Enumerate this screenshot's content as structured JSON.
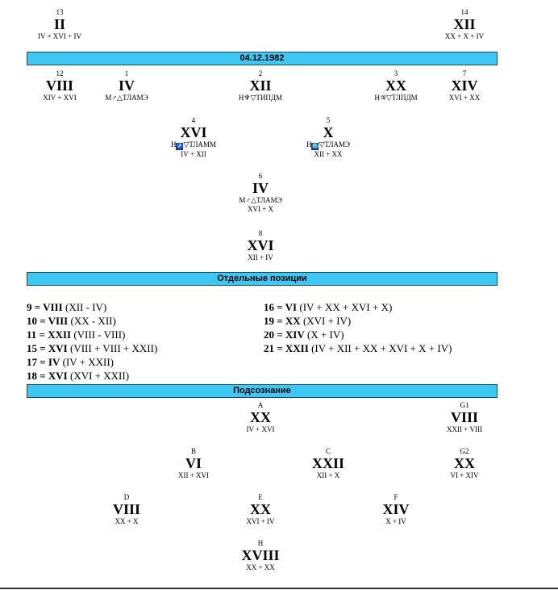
{
  "date_bar": "04.12.1982",
  "section_positions": "Отдельные позиции",
  "section_subconscious": "Подсознание",
  "top_nodes": [
    {
      "num": "13",
      "rom": "II",
      "form": "IV + XVI + IV"
    },
    {
      "num": "14",
      "rom": "XII",
      "form": "XX + X + IV"
    }
  ],
  "main_nodes": [
    {
      "num": "12",
      "rom": "VIII",
      "form": "XIV + XVI"
    },
    {
      "num": "1",
      "rom": "IV",
      "symbols": "М♂△ТЛАМЭ"
    },
    {
      "num": "2",
      "rom": "XII",
      "symbols": "Н♆▽ТИПДМ"
    },
    {
      "num": "3",
      "rom": "XX",
      "symbols": "Н♃▽ТЛПДМ"
    },
    {
      "num": "7",
      "rom": "XIV",
      "form": "XVI + XX"
    },
    {
      "num": "4",
      "rom": "XVI",
      "symbols_pre": "Н",
      "box": "♐",
      "symbols": "▽ТЛАММ",
      "form": "IV + XII"
    },
    {
      "num": "5",
      "rom": "X",
      "symbols_pre": "Н",
      "box": "♏",
      "symbols": "▽ТЛАМЭ",
      "form": "XII + XX"
    },
    {
      "num": "6",
      "rom": "IV",
      "symbols": "М♂△ТЛАМЭ",
      "form": "XVI + X"
    },
    {
      "num": "8",
      "rom": "XVI",
      "form": "XII + IV"
    }
  ],
  "positions_left": [
    {
      "key": "9 = VIII",
      "rest": " (XII - IV)"
    },
    {
      "key": "10 = VIII",
      "rest": " (XX - XII)"
    },
    {
      "key": "11 = XXII",
      "rest": " (VIII - VIII)"
    },
    {
      "key": "15 = XVI",
      "rest": " (VIII + VIII + XXII)"
    },
    {
      "key": "17 = IV",
      "rest": " (IV + XXII)"
    },
    {
      "key": "18 = XVI",
      "rest": " (XVI + XXII)"
    }
  ],
  "positions_right": [
    {
      "key": "16 = VI",
      "rest": " (IV + XX + XVI + X)"
    },
    {
      "key": "19 = XX",
      "rest": " (XVI + IV)"
    },
    {
      "key": "20 = XIV",
      "rest": " (X + IV)"
    },
    {
      "key": "21 = XXII",
      "rest": " (IV + XII + XX + XVI + X + IV)"
    }
  ],
  "sub_nodes": [
    {
      "num": "A",
      "rom": "XX",
      "form": "IV + XVI"
    },
    {
      "num": "G1",
      "rom": "VIII",
      "form": "XXII + VIII"
    },
    {
      "num": "B",
      "rom": "VI",
      "form": "XII + XVI"
    },
    {
      "num": "C",
      "rom": "XXII",
      "form": "XII + X"
    },
    {
      "num": "G2",
      "rom": "XX",
      "form": "VI + XIV"
    },
    {
      "num": "D",
      "rom": "VIII",
      "form": "XX + X"
    },
    {
      "num": "E",
      "rom": "XX",
      "form": "XVI + IV"
    },
    {
      "num": "F",
      "rom": "XIV",
      "form": "X + IV"
    },
    {
      "num": "H",
      "rom": "XVIII",
      "form": "XX + XX"
    }
  ]
}
